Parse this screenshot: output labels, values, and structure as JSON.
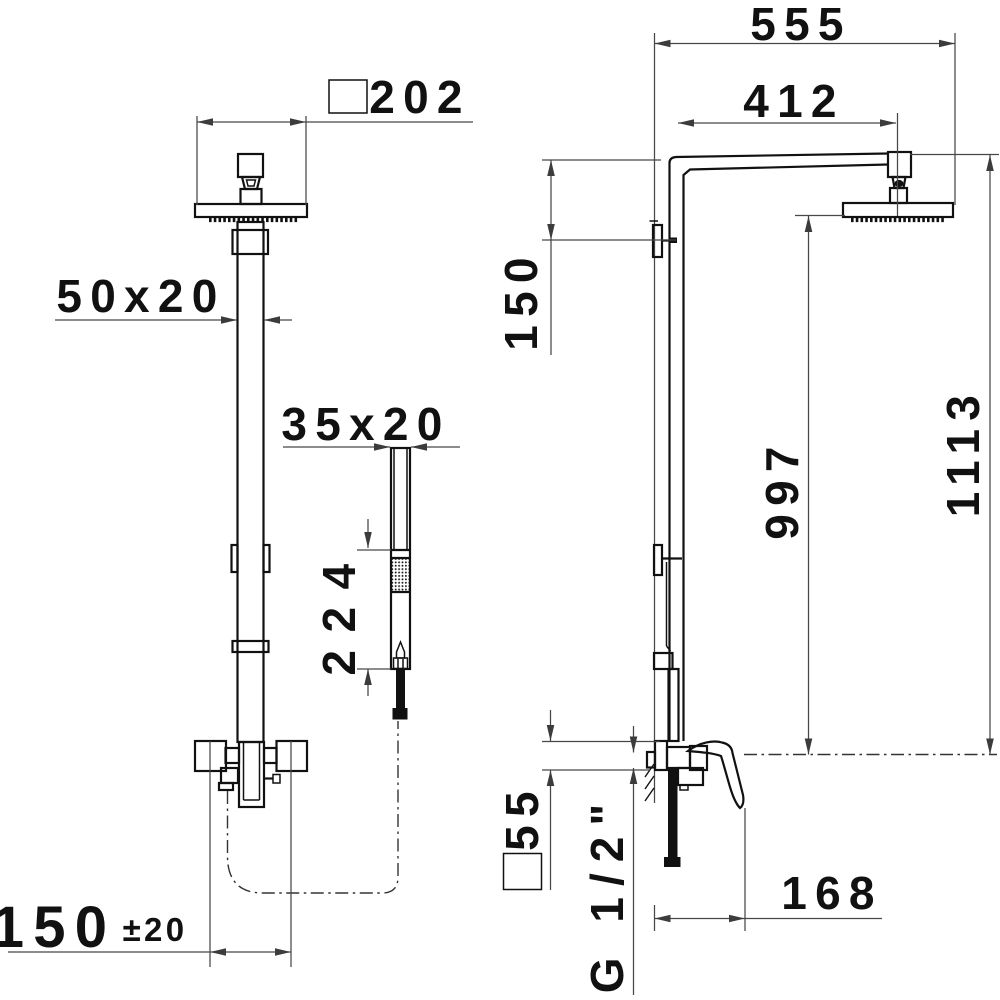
{
  "drawing": {
    "type": "technical-dimension-drawing",
    "subject": "wall-mounted shower column with overhead shower, hand shower and exposed mixer",
    "views": [
      "front-view",
      "side-view"
    ],
    "background": "#ffffff",
    "line_color": "#111111",
    "dimension_line_color": "#474747",
    "square_section_symbol": "square-outline"
  },
  "labels": {
    "front": {
      "head_width": "202",
      "column_profile": "50x20",
      "handshower_profile": "35x20",
      "handshower_length": "224",
      "inlet_spacing": "150",
      "inlet_tolerance": "±20"
    },
    "side": {
      "total_depth": "555",
      "arm_reach": "412",
      "head_drop": "150",
      "head_above_valve": "997",
      "total_height": "1113",
      "flange_square": "55",
      "thread_size": "G 1/2\"",
      "spout_reach": "168"
    }
  }
}
